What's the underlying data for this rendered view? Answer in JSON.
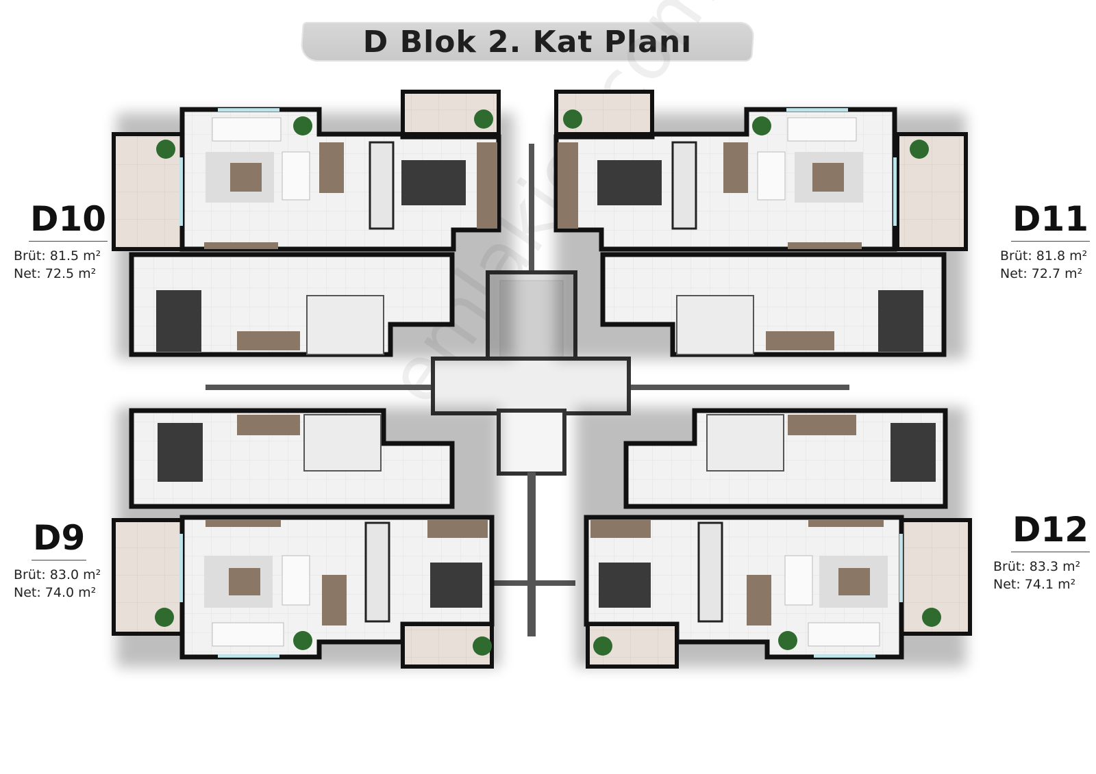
{
  "title": "D Blok 2. Kat Planı",
  "units": [
    {
      "id": "d10",
      "name": "D10",
      "gross": "Brüt: 81.5 m²",
      "net": "Net: 72.5 m²"
    },
    {
      "id": "d11",
      "name": "D11",
      "gross": "Brüt: 81.8 m²",
      "net": "Net: 72.7 m²"
    },
    {
      "id": "d9",
      "name": "D9",
      "gross": "Brüt: 83.0 m²",
      "net": "Net: 74.0 m²"
    },
    {
      "id": "d12",
      "name": "D12",
      "gross": "Brüt: 83.3 m²",
      "net": "Net: 74.1 m²"
    }
  ],
  "watermark": "emlakjet.com",
  "colors": {
    "wall": "#111111",
    "floor": "#f1f1f1",
    "terrace": "#e6dcd6",
    "wood": "#8a7766",
    "bed": "#3a3a3a",
    "plant": "#2f6b2f",
    "window": "#bfe3e8",
    "core": "#e9e9e9"
  }
}
